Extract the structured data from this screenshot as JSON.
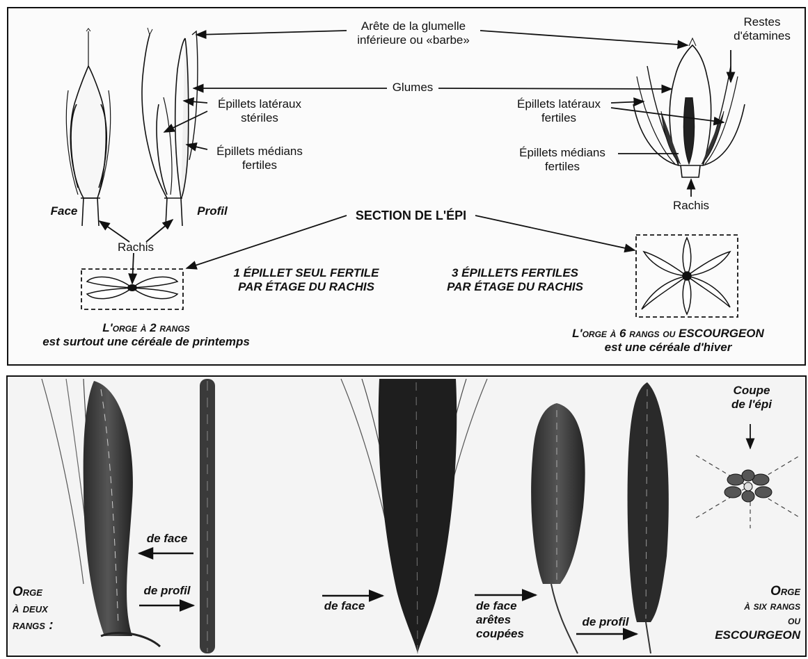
{
  "top": {
    "arete_line1": "Arête de la glumelle",
    "arete_line2": "inférieure ou «barbe»",
    "restes_line1": "Restes",
    "restes_line2": "d'étamines",
    "glumes": "Glumes",
    "lat_steriles_line1": "Épillets latéraux",
    "lat_steriles_line2": "stériles",
    "medians_left_line1": "Épillets médians",
    "medians_left_line2": "fertiles",
    "lat_fertiles_line1": "Épillets latéraux",
    "lat_fertiles_line2": "fertiles",
    "medians_right_line1": "Épillets médians",
    "medians_right_line2": "fertiles",
    "face": "Face",
    "profil": "Profil",
    "rachis_left": "Rachis",
    "rachis_right": "Rachis",
    "section": "SECTION DE L'ÉPI",
    "left_rule_line1": "1 ÉPILLET SEUL FERTILE",
    "left_rule_line2": "PAR ÉTAGE DU RACHIS",
    "right_rule_line1": "3 ÉPILLETS FERTILES",
    "right_rule_line2": "PAR ÉTAGE DU RACHIS",
    "orge2_line1": "L'orge à 2 rangs",
    "orge2_line2": "est surtout une céréale de printemps",
    "orge6_line1": "L'orge à 6 rangs ou ESCOURGEON",
    "orge6_line2": "est une céréale d'hiver"
  },
  "bottom": {
    "orge_deux_line1": "Orge",
    "orge_deux_line2": "à deux",
    "orge_deux_line3": "rangs :",
    "de_face_1": "de face",
    "de_profil_1": "de profil",
    "de_face_2": "de face",
    "de_face_aretes_line1": "de face",
    "de_face_aretes_line2": "arêtes",
    "de_face_aretes_line3": "coupées",
    "de_profil_2": "de profil",
    "coupe_line1": "Coupe",
    "coupe_line2": "de l'épi",
    "orge_six_line1": "Orge",
    "orge_six_line2": "à six rangs",
    "orge_six_line3": "ou",
    "orge_six_line4": "ESCOURGEON"
  }
}
